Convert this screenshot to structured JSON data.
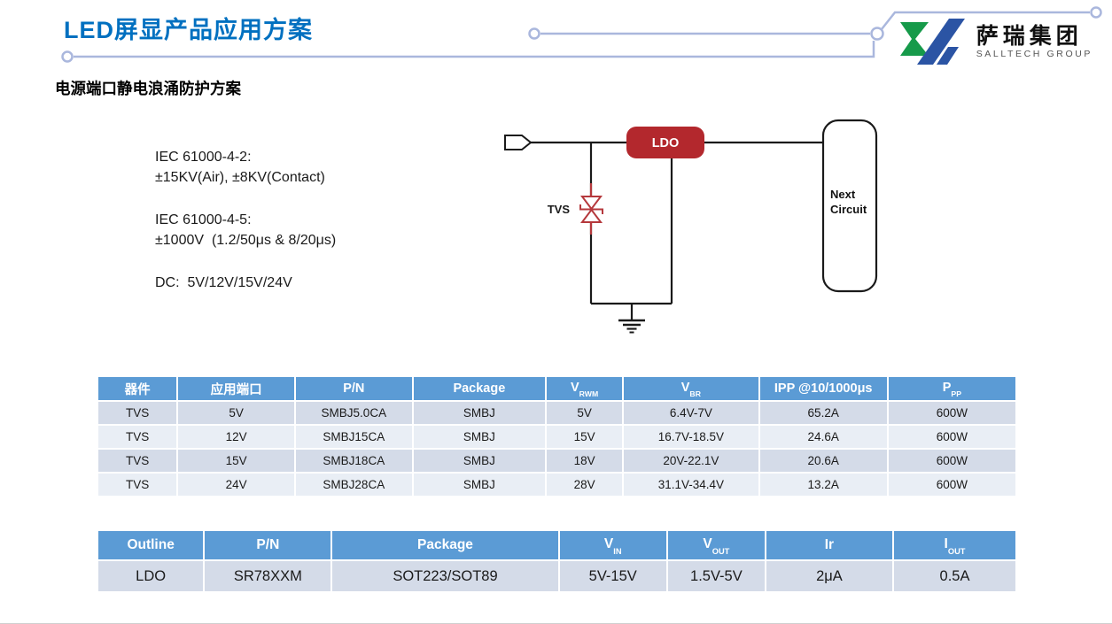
{
  "page": {
    "title": "LED屏显产品应用方案",
    "subtitle": "电源端口静电浪涌防护方案"
  },
  "logo": {
    "company_cn": "萨瑞集团",
    "company_en": "SALLTECH GROUP",
    "mark_green": "#169a4a",
    "mark_blue": "#2b54a4"
  },
  "specs": {
    "groups": [
      {
        "lines": [
          "IEC 61000-4-2:",
          "±15KV(Air), ±8KV(Contact)"
        ]
      },
      {
        "lines": [
          "IEC 61000-4-5:",
          "±1000V  (1.2/50μs & 8/20μs)"
        ]
      },
      {
        "lines": [
          "DC:  5V/12V/15V/24V"
        ]
      }
    ]
  },
  "diagram": {
    "tvs_label": "TVS",
    "ldo_label": "LDO",
    "next_circuit_line1": "Next",
    "next_circuit_line2": "Circuit",
    "ldo_box_color": "#b3282d",
    "tvs_symbol_color": "#b5383c"
  },
  "table1": {
    "columns": [
      {
        "t": "器件"
      },
      {
        "t": "应用端口"
      },
      {
        "t": "P/N"
      },
      {
        "t": "Package"
      },
      {
        "t": "V",
        "s": "RWM"
      },
      {
        "t": "V",
        "s": "BR"
      },
      {
        "t": "IPP @10/1000μs"
      },
      {
        "t": "P",
        "s": "PP"
      }
    ],
    "rows": [
      [
        "TVS",
        "5V",
        "SMBJ5.0CA",
        "SMBJ",
        "5V",
        "6.4V-7V",
        "65.2A",
        "600W"
      ],
      [
        "TVS",
        "12V",
        "SMBJ15CA",
        "SMBJ",
        "15V",
        "16.7V-18.5V",
        "24.6A",
        "600W"
      ],
      [
        "TVS",
        "15V",
        "SMBJ18CA",
        "SMBJ",
        "18V",
        "20V-22.1V",
        "20.6A",
        "600W"
      ],
      [
        "TVS",
        "24V",
        "SMBJ28CA",
        "SMBJ",
        "28V",
        "31.1V-34.4V",
        "13.2A",
        "600W"
      ]
    ]
  },
  "table2": {
    "columns": [
      {
        "t": "Outline"
      },
      {
        "t": "P/N"
      },
      {
        "t": "Package"
      },
      {
        "t": "V",
        "s": "IN"
      },
      {
        "t": "V",
        "s": "OUT"
      },
      {
        "t": "Ir"
      },
      {
        "t": "I",
        "s": "OUT"
      }
    ],
    "rows": [
      [
        "LDO",
        "SR78XXM",
        "SOT223/SOT89",
        "5V-15V",
        "1.5V-5V",
        "2μA",
        "0.5A"
      ]
    ]
  },
  "colors": {
    "title_blue": "#0070c0",
    "table_header_bg": "#5b9bd5",
    "table_band_dark": "#d4dbe8",
    "table_band_light": "#e9eef5",
    "decor_line": "#aab7dd"
  }
}
